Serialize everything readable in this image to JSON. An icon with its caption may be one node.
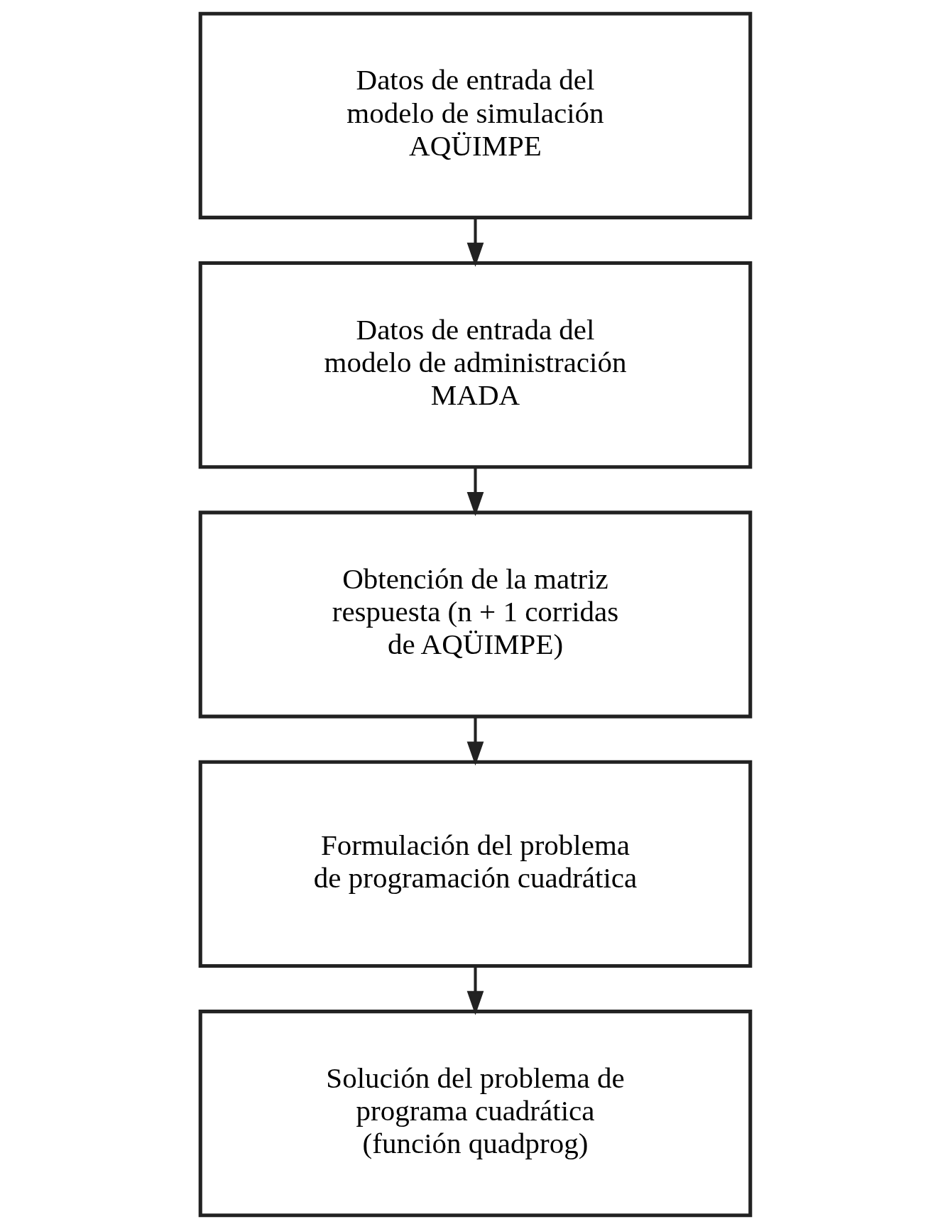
{
  "diagram": {
    "nodes": [
      {
        "text": [
          "Datos de entrada del modelo de simulación AQÜIMPE"
        ]
      },
      {
        "text": [
          "Datos de entrada del modelo de administración MADA"
        ]
      },
      {
        "text": [
          "Obtención de la matriz respuesta (n + 1 corridas de AQÜIMPE)"
        ]
      },
      {
        "text": [
          "Formulación del problema de programación cuadrática"
        ]
      },
      {
        "text": [
          "Solución del problema de programa cuadrática (función quadprog)"
        ]
      }
    ],
    "edges": [
      {
        "from": 0,
        "to": 1,
        "arrow": "to"
      },
      {
        "from": 1,
        "to": 2,
        "arrow": "to"
      },
      {
        "from": 2,
        "to": 3,
        "arrow": "to"
      },
      {
        "from": 3,
        "to": 4,
        "arrow": "to"
      }
    ]
  }
}
